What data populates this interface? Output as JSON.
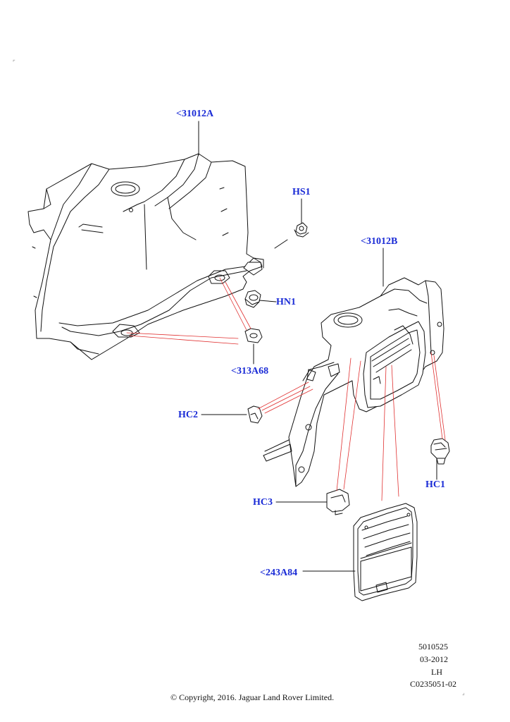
{
  "callouts": {
    "c31012a": "<31012A",
    "hs1": "HS1",
    "c31012b": "<31012B",
    "hn1": "HN1",
    "c313a68": "<313A68",
    "hc2": "HC2",
    "hc1": "HC1",
    "hc3": "HC3",
    "c243a84": "<243A84"
  },
  "meta": {
    "code1": "5010525",
    "date": "03-2012",
    "side": "LH",
    "code2": "C0235051-02"
  },
  "footer": {
    "copyright": "© Copyright, 2016. Jaguar Land Rover Limited."
  },
  "colors": {
    "callout": "#1a2bd6",
    "leader_red": "#e03030",
    "line": "#111111"
  }
}
